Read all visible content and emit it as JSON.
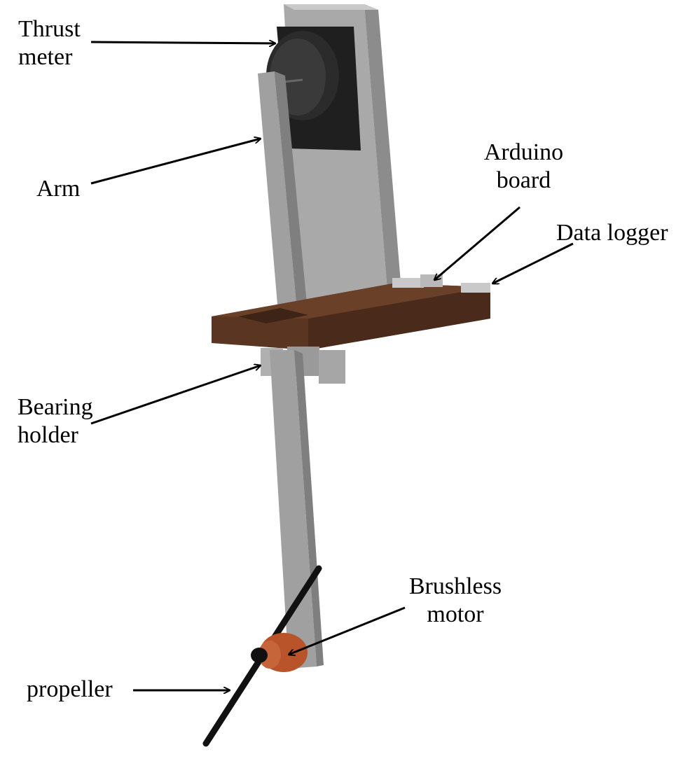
{
  "colors": {
    "background": "#ffffff",
    "frame_gray": "#a9a9a9",
    "frame_gray_dark": "#8c8c8c",
    "frame_gray_light": "#c9c9c9",
    "thrust_meter": "#2b2b2b",
    "platform_brown": "#5a3522",
    "platform_brown_dark": "#3d2416",
    "motor_orange": "#b8532a",
    "propeller": "#111111",
    "arrow": "#000000"
  },
  "labels": {
    "thrust_meter": {
      "line1": "Thrust",
      "line2": "meter"
    },
    "arm": {
      "line1": "Arm"
    },
    "arduino_board": {
      "line1": "Arduino",
      "line2": "board"
    },
    "data_logger": {
      "line1": "Data logger"
    },
    "bearing_holder": {
      "line1": "Bearing",
      "line2": "holder"
    },
    "brushless_motor": {
      "line1": "Brushless",
      "line2": "motor"
    },
    "propeller": {
      "line1": "propeller"
    }
  }
}
